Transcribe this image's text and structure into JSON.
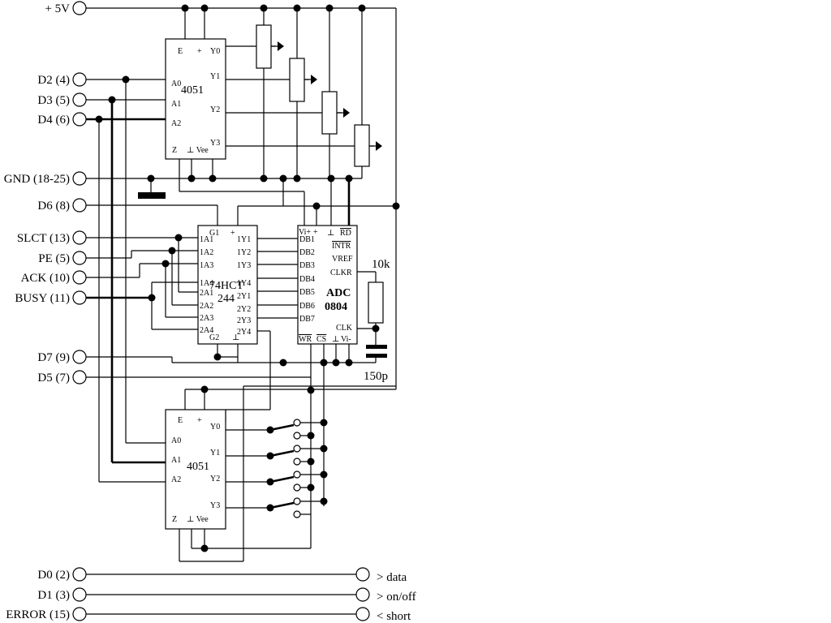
{
  "connector": {
    "supply": "+ 5V",
    "inputs": [
      "D2 (4)",
      "D3 (5)",
      "D4 (6)",
      "GND (18-25)",
      "D6 (8)",
      "SLCT (13)",
      "PE (5)",
      "ACK (10)",
      "BUSY (11)",
      "D7 (9)",
      "D5 (7)"
    ],
    "bottom": [
      "D0 (2)",
      "D1 (3)",
      "ERROR (15)"
    ]
  },
  "outputs": [
    "> data",
    "> on/off",
    "< short"
  ],
  "mux_top": {
    "name": "4051",
    "pins": {
      "e": "E",
      "plus": "+",
      "a0": "A0",
      "a1": "A1",
      "a2": "A2",
      "z": "Z",
      "gnd": "⊥ Vee",
      "y0": "Y0",
      "y1": "Y1",
      "y2": "Y2",
      "y3": "Y3"
    }
  },
  "mux_bottom": {
    "name": "4051",
    "pins": {
      "e": "E",
      "plus": "+",
      "a0": "A0",
      "a1": "A1",
      "a2": "A2",
      "z": "Z",
      "gnd": "⊥ Vee",
      "y0": "Y0",
      "y1": "Y1",
      "y2": "Y2",
      "y3": "Y3"
    }
  },
  "buffer": {
    "name_line1": "74HCT",
    "name_line2": "244",
    "g1": "G1",
    "plus": "+",
    "g2": "G2",
    "gnd": "⊥",
    "left_pins": [
      "1A1",
      "1A2",
      "1A3",
      "1A4",
      "2A1",
      "2A2",
      "2A3",
      "2A4"
    ],
    "right_pins": [
      "1Y1",
      "1Y2",
      "1Y3",
      "1Y4",
      "2Y1",
      "2Y2",
      "2Y3",
      "2Y4"
    ]
  },
  "adc": {
    "name_line1": "ADC",
    "name_line2": "0804",
    "top_pins": {
      "vin_plus": "Vi+",
      "plus": "+",
      "gnd": "⊥",
      "rd": "RD"
    },
    "data_pins": [
      "DB1",
      "DB2",
      "DB3",
      "DB4",
      "DB5",
      "DB6",
      "DB7"
    ],
    "right_pins": {
      "intr": "INTR",
      "vref": "VREF",
      "clkr": "CLKR",
      "clk": "CLK"
    },
    "bottom_pins": {
      "wr": "WR",
      "cs": "CS",
      "gnd": "⊥",
      "vin_minus": "Vi-"
    }
  },
  "components": {
    "resistor": "10k",
    "capacitor": "150p"
  }
}
